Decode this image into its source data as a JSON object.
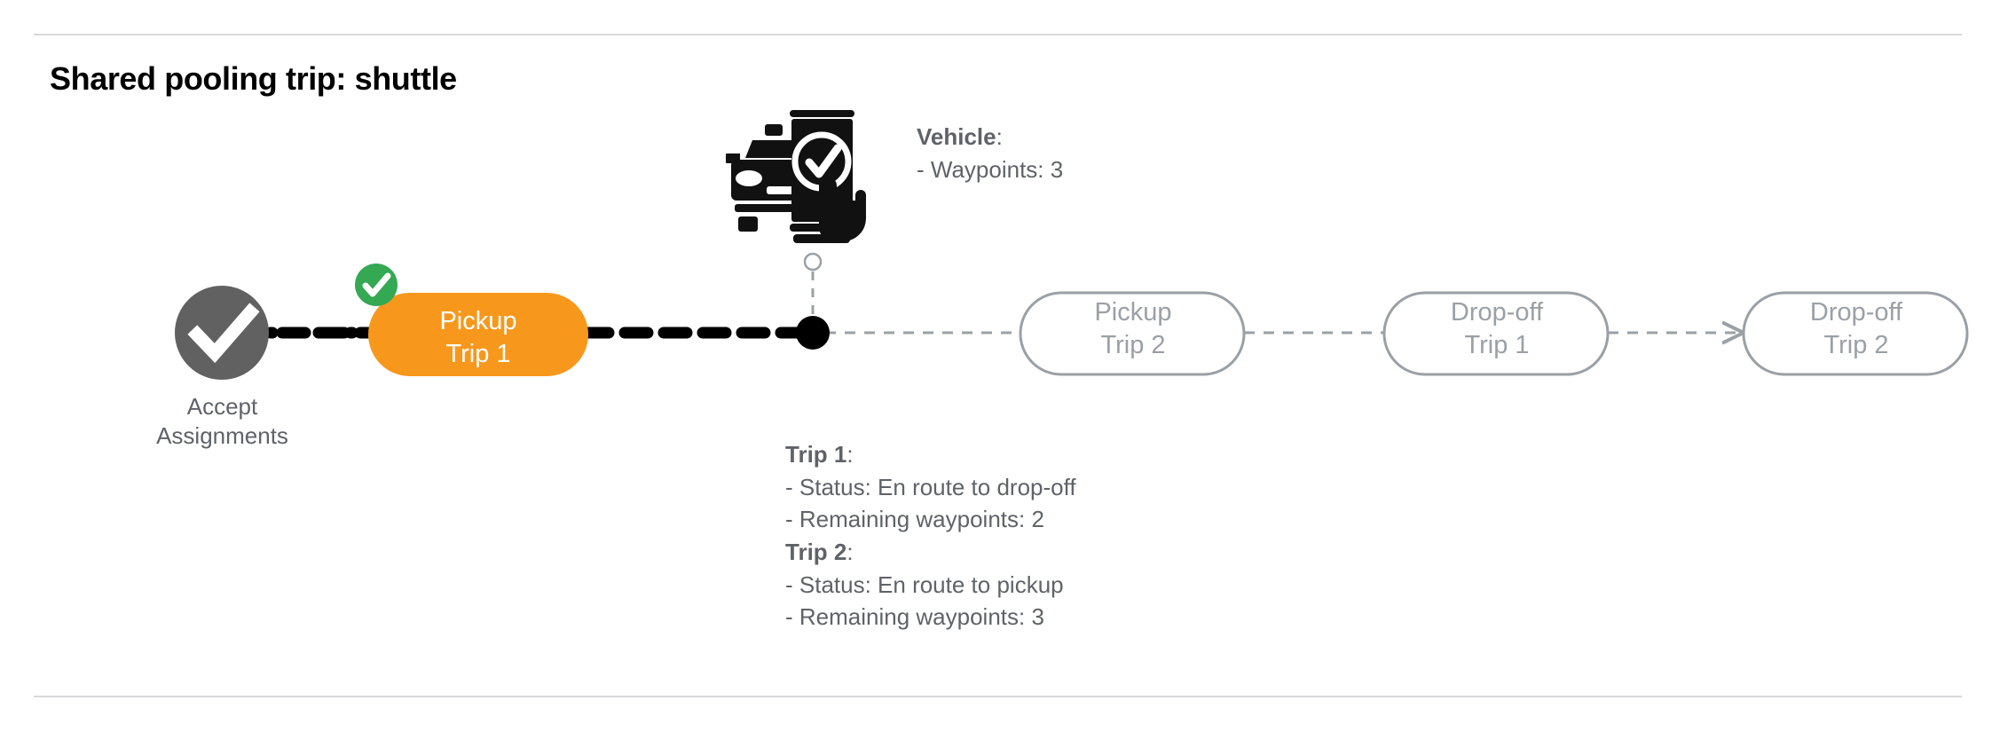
{
  "page": {
    "title": "Shared pooling trip: shuttle",
    "colors": {
      "active_pill": "#F7981C",
      "done_badge": "#34A853",
      "completed_node": "#616161",
      "ghost_stroke": "#9aa0a6",
      "text_gray": "#5f6368",
      "divider": "#d6d8da"
    }
  },
  "timeline": {
    "start_node": {
      "icon": "check-circle-icon",
      "label": "Accept\nAssignments"
    },
    "steps": [
      {
        "id": "pickup-trip-1",
        "label": "Pickup\nTrip 1",
        "state": "active",
        "badge": "check-badge-icon"
      },
      {
        "id": "pickup-trip-2",
        "label": "Pickup\nTrip 2",
        "state": "upcoming",
        "badge": ""
      },
      {
        "id": "dropoff-trip-1",
        "label": "Drop-off\nTrip 1",
        "state": "upcoming",
        "badge": ""
      },
      {
        "id": "dropoff-trip-2",
        "label": "Drop-off\nTrip 2",
        "state": "upcoming",
        "badge": ""
      }
    ],
    "current_position_marker": "vehicle-position-dot"
  },
  "vehicle_annotation": {
    "icon": "car-phone-check-icon",
    "heading": "Vehicle",
    "heading_suffix": ":",
    "lines": [
      "- Waypoints: 3"
    ]
  },
  "trip_annotation": {
    "groups": [
      {
        "heading": "Trip 1",
        "heading_suffix": ":",
        "lines": [
          "- Status:  En route to drop-off",
          "- Remaining waypoints: 2"
        ]
      },
      {
        "heading": "Trip 2",
        "heading_suffix": ":",
        "lines": [
          "- Status:  En route to pickup",
          "- Remaining waypoints: 3"
        ]
      }
    ]
  }
}
